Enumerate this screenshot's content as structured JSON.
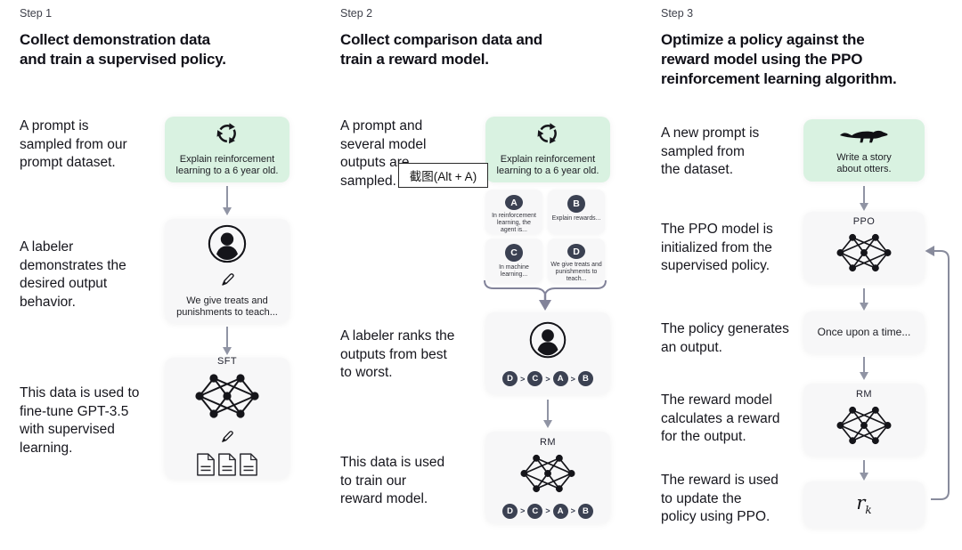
{
  "colors": {
    "background": "#ffffff",
    "green_card": "#d9f2e1",
    "gray_card": "#f7f7f8",
    "badge": "#3b4152",
    "arrow": "#9094a4",
    "text": "#16161d"
  },
  "tooltip": {
    "text": "截图(Alt + A)"
  },
  "icons": {
    "prompt_sampling": "cycle-icon",
    "labeler": "user-icon",
    "edit": "pencil-icon",
    "model": "neural-network-icon",
    "data": "document-icon",
    "otter": "otter-icon",
    "grouping": "brace-icon",
    "flow": "down-arrow",
    "loop": "feedback-loop-arrow"
  },
  "step1": {
    "label": "Step 1",
    "title": "Collect demonstration data\nand train a supervised policy.",
    "row1_text": "A prompt is\nsampled from our\nprompt dataset.",
    "prompt_card_text": "Explain reinforcement\nlearning to a 6 year old.",
    "row2_text": "A labeler\ndemonstrates the\ndesired output\nbehavior.",
    "labeler_card_text": "We give treats and\npunishments to teach...",
    "row3_text": "This data is used to\nfine-tune GPT-3.5\nwith supervised\nlearning.",
    "model_card_label": "SFT"
  },
  "step2": {
    "label": "Step 2",
    "title": "Collect comparison data and\ntrain a reward model.",
    "row1_text": "A prompt and\nseveral model\noutputs are\nsampled.",
    "prompt_card_text": "Explain reinforcement\nlearning to a 6 year old.",
    "outputs": [
      {
        "badge": "A",
        "text": "In reinforcement\nlearning, the\nagent is..."
      },
      {
        "badge": "B",
        "text": "Explain rewards..."
      },
      {
        "badge": "C",
        "text": "In machine\nlearning..."
      },
      {
        "badge": "D",
        "text": "We give treats and\npunishments to\nteach..."
      }
    ],
    "row2_text": "A labeler ranks the\noutputs from best\nto worst.",
    "ranking": [
      "D",
      "C",
      "A",
      "B"
    ],
    "ranking_separator": ">",
    "row3_text": "This data is used\nto train our\nreward model.",
    "model_card_label": "RM"
  },
  "step3": {
    "label": "Step 3",
    "title": "Optimize a policy against the\nreward model using the PPO\nreinforcement learning algorithm.",
    "row1_text": "A new prompt is\nsampled from\nthe dataset.",
    "prompt_card_text": "Write a story\nabout otters.",
    "row2_text": "The PPO model is\ninitialized from the\nsupervised policy.",
    "ppo_card_label": "PPO",
    "row3_text": "The policy generates\nan output.",
    "output_card_text": "Once upon a time...",
    "row4_text": "The reward model\ncalculates a reward\nfor the output.",
    "rm_card_label": "RM",
    "row5_text": "The reward is used\nto update the\npolicy using PPO.",
    "reward_value_main": "r",
    "reward_value_sub": "k"
  }
}
